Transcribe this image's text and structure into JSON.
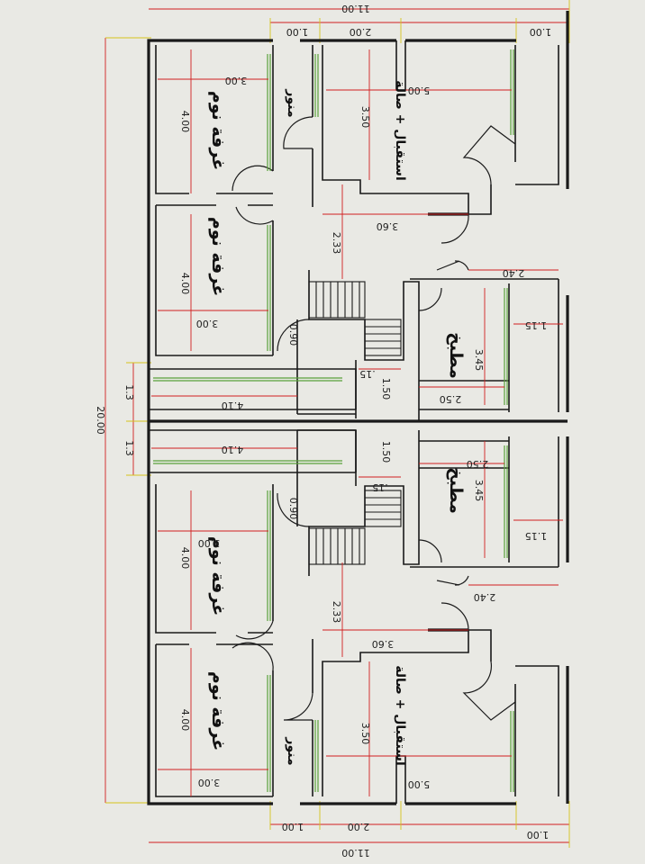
{
  "rooms": {
    "bedroom": "غرفة نوم",
    "kitchen": "مطبخ",
    "reception_hall": "استقبال + صالة",
    "light_well": "منور"
  },
  "dims": {
    "total_length": "20.00",
    "total_width": "11.00",
    "d_1_00": "1.00",
    "d_2_00": "2.00",
    "d_3_00": "3.00",
    "d_4_00": "4.00",
    "d_5_00": "5.00",
    "d_3_50": "3.50",
    "d_3_60": "3.60",
    "d_2_33": "2.33",
    "d_2_40": "2.40",
    "d_0_90": "0.90",
    "d_1_15": "1.15",
    "d_1_3": "1.3",
    "d_4_10": "4.10",
    "d_1_50": "1.50",
    "d_2_50": "2.50",
    "d_3_45": "3.45",
    "d_15": ".15"
  },
  "colors": {
    "wall": "#1a1a1a",
    "dimension_line": "#d11f1f",
    "extension_line": "#d6c21a",
    "window": "#5aa23a",
    "paper": "#e9e9e4"
  }
}
